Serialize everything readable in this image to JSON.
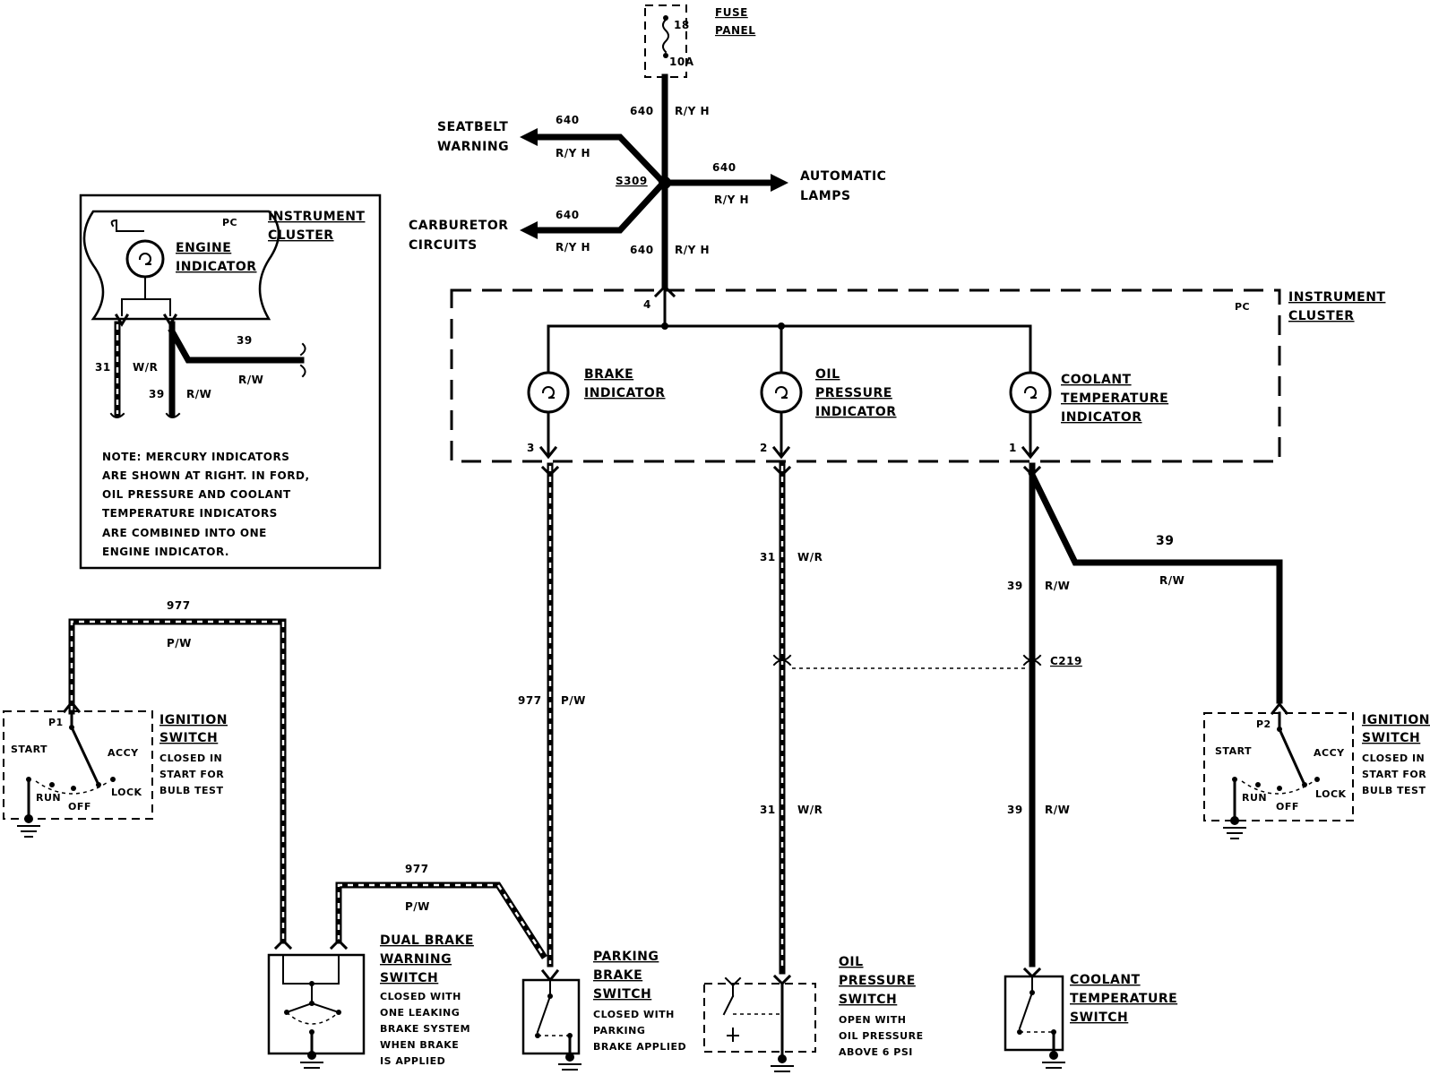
{
  "fuse": {
    "number": "18",
    "rating": "10A",
    "label_1": "FUSE",
    "label_2": "PANEL"
  },
  "splice": "S309",
  "main_feed": {
    "circuit": "640",
    "color": "R/Y H"
  },
  "branches": {
    "seatbelt": {
      "line1": "SEATBELT",
      "line2": "WARNING",
      "circuit": "640",
      "color": "R/Y H"
    },
    "automatic_lamps": {
      "line1": "AUTOMATIC",
      "line2": "LAMPS",
      "circuit": "640",
      "color": "R/Y H"
    },
    "carburetor": {
      "line1": "CARBURETOR",
      "line2": "CIRCUITS",
      "circuit": "640",
      "color": "R/Y H"
    },
    "cluster_feed": {
      "circuit": "640",
      "color": "R/Y H",
      "pin": "4"
    }
  },
  "cluster": {
    "label_1": "INSTRUMENT",
    "label_2": "CLUSTER",
    "pc": "PC",
    "indicators": [
      {
        "lines": [
          "BRAKE",
          "INDICATOR"
        ],
        "pin": "3"
      },
      {
        "lines": [
          "OIL",
          "PRESSURE",
          "INDICATOR"
        ],
        "pin": "2"
      },
      {
        "lines": [
          "COOLANT",
          "TEMPERATURE",
          "INDICATOR"
        ],
        "pin": "1"
      }
    ]
  },
  "inset": {
    "label_1": "INSTRUMENT",
    "label_2": "CLUSTER",
    "pc": "PC",
    "engine_1": "ENGINE",
    "engine_2": "INDICATOR",
    "w31": "31",
    "w31_color": "W/R",
    "w39a": "39",
    "w39a_color": "R/W",
    "w39b": "39",
    "w39b_color": "R/W",
    "note": [
      "NOTE: MERCURY INDICATORS",
      "ARE SHOWN AT RIGHT. IN FORD,",
      "OIL PRESSURE AND COOLANT",
      "TEMPERATURE INDICATORS",
      "ARE COMBINED INTO ONE",
      "ENGINE INDICATOR."
    ]
  },
  "wires": {
    "w977_top": "977",
    "w977_top_color": "P/W",
    "w977_mid": "977",
    "w977_mid_color": "P/W",
    "w977_vert": "977",
    "w977_vert_color": "P/W",
    "w31_upper": "31",
    "w31_upper_color": "W/R",
    "w31_lower": "31",
    "w31_lower_color": "W/R",
    "w39_upper": "39",
    "w39_upper_color": "R/W",
    "w39_lower": "39",
    "w39_lower_color": "R/W",
    "w39_branch": "39",
    "w39_branch_color": "R/W",
    "connector": "C219"
  },
  "ignition_left": {
    "pin": "P1",
    "title": [
      "IGNITION",
      "SWITCH"
    ],
    "desc": [
      "CLOSED IN",
      "START FOR",
      "BULB TEST"
    ],
    "positions": {
      "start": "START",
      "run": "RUN",
      "off": "OFF",
      "accy": "ACCY",
      "lock": "LOCK"
    }
  },
  "ignition_right": {
    "pin": "P2",
    "title": [
      "IGNITION",
      "SWITCH"
    ],
    "desc": [
      "CLOSED IN",
      "START FOR",
      "BULB TEST"
    ],
    "positions": {
      "start": "START",
      "run": "RUN",
      "off": "OFF",
      "accy": "ACCY",
      "lock": "LOCK"
    }
  },
  "dual_brake": {
    "title": [
      "DUAL BRAKE",
      "WARNING",
      "SWITCH"
    ],
    "desc": [
      "CLOSED WITH",
      "ONE LEAKING",
      "BRAKE SYSTEM",
      "WHEN BRAKE",
      "IS APPLIED"
    ]
  },
  "parking_brake": {
    "title": [
      "PARKING",
      "BRAKE",
      "SWITCH"
    ],
    "desc": [
      "CLOSED WITH",
      "PARKING",
      "BRAKE APPLIED"
    ]
  },
  "oil_switch": {
    "title": [
      "OIL",
      "PRESSURE",
      "SWITCH"
    ],
    "desc": [
      "OPEN WITH",
      "OIL PRESSURE",
      "ABOVE 6 PSI"
    ]
  },
  "coolant_switch": {
    "title": [
      "COOLANT",
      "TEMPERATURE",
      "SWITCH"
    ]
  }
}
